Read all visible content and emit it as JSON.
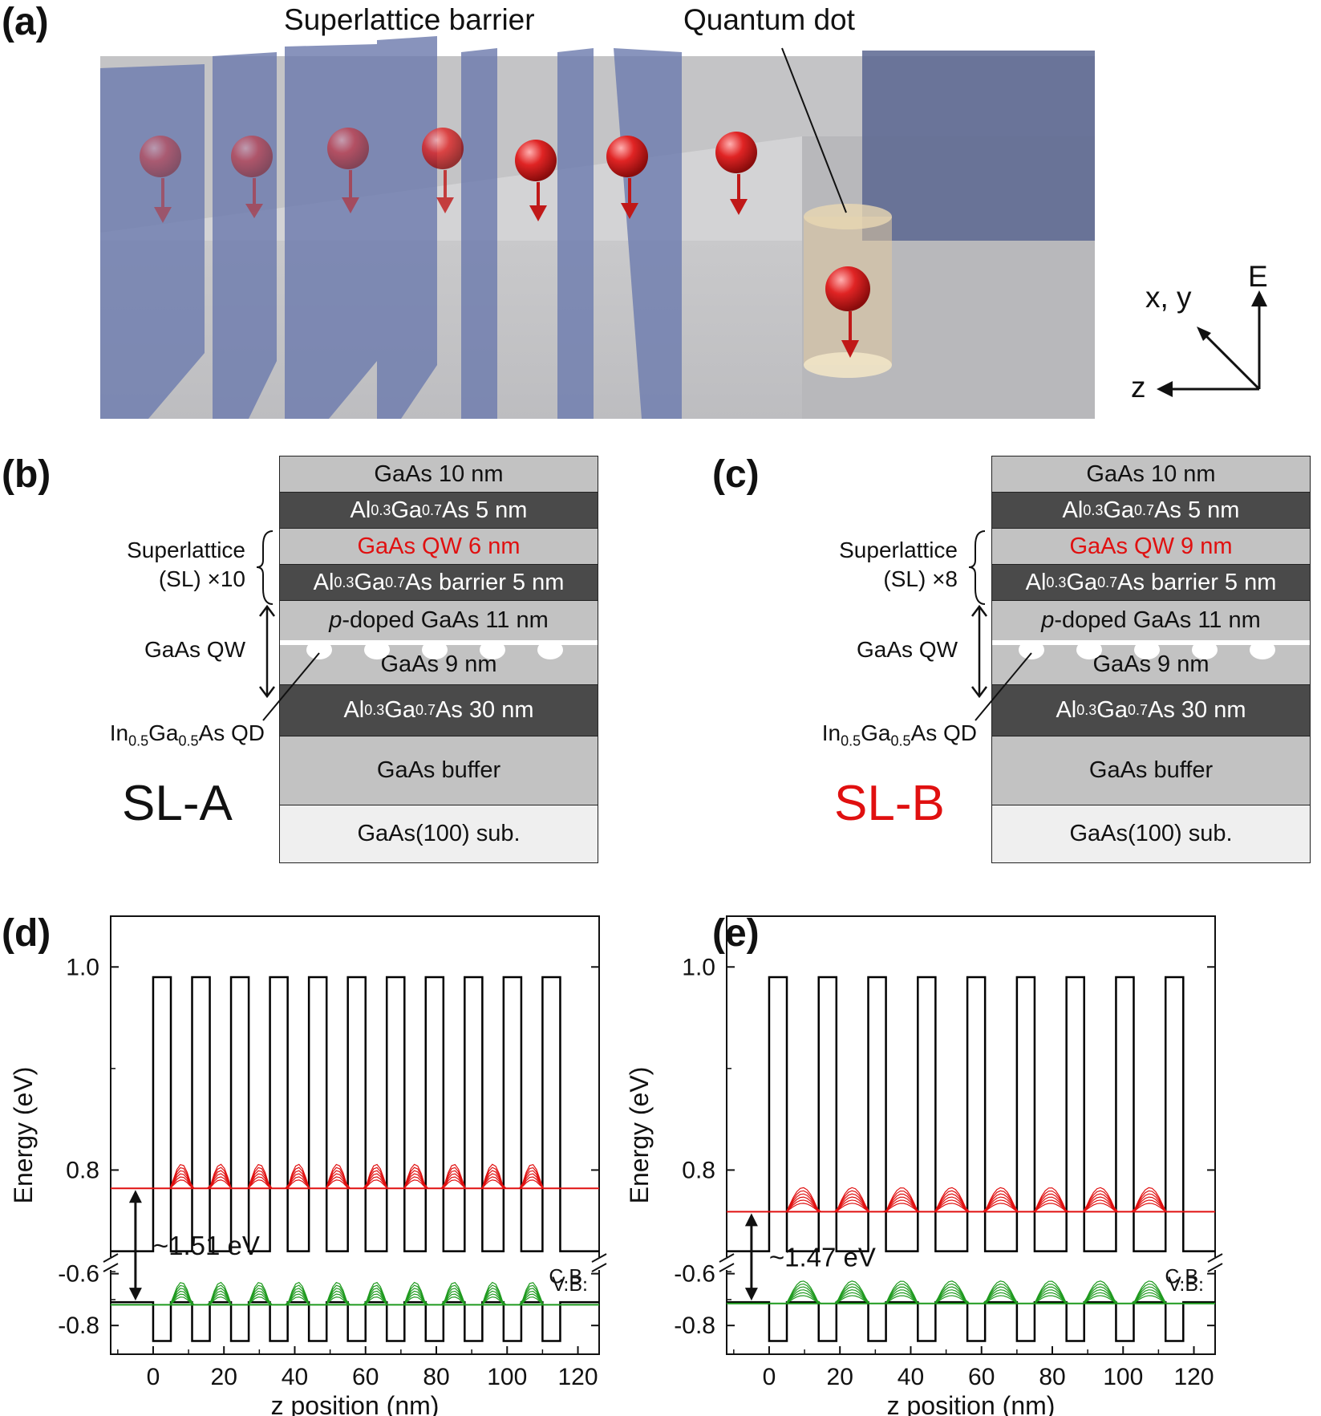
{
  "panel_a": {
    "label": "(a)",
    "callout_barrier": "Superlattice barrier",
    "callout_dot": "Quantum dot",
    "axes": {
      "xy": "x, y",
      "e": "E",
      "z": "z"
    }
  },
  "panel_b": {
    "label": "(b)",
    "name": "SL-A",
    "layers": {
      "cap": "GaAs 10 nm",
      "algaas5_pre": "Al",
      "algaas5_sub1": "0.3",
      "algaas5_mid": "Ga",
      "algaas5_sub2": "0.7",
      "algaas5_post": "As 5 nm",
      "qw": "GaAs QW 6 nm",
      "barrier_pre": "Al",
      "barrier_sub1": "0.3",
      "barrier_mid": "Ga",
      "barrier_sub2": "0.7",
      "barrier_post": "As barrier 5 nm",
      "pdoped_italic": "p",
      "pdoped_rest": "-doped GaAs 11 nm",
      "gaas9": "GaAs 9 nm",
      "algaas30_pre": "Al",
      "algaas30_sub1": "0.3",
      "algaas30_mid": "Ga",
      "algaas30_sub2": "0.7",
      "algaas30_post": "As 30 nm",
      "buffer": "GaAs buffer",
      "substrate": "GaAs(100) sub."
    },
    "side": {
      "superlattice": "Superlattice",
      "sl_repeat": "(SL) ×10",
      "qw": "GaAs QW",
      "qd_pre": "In",
      "qd_sub1": "0.5",
      "qd_mid": "Ga",
      "qd_sub2": "0.5",
      "qd_post": "As QD"
    }
  },
  "panel_c": {
    "label": "(c)",
    "name": "SL-B",
    "layers": {
      "cap": "GaAs 10 nm",
      "algaas5_pre": "Al",
      "algaas5_sub1": "0.3",
      "algaas5_mid": "Ga",
      "algaas5_sub2": "0.7",
      "algaas5_post": "As 5 nm",
      "qw": "GaAs QW 9 nm",
      "barrier_pre": "Al",
      "barrier_sub1": "0.3",
      "barrier_mid": "Ga",
      "barrier_sub2": "0.7",
      "barrier_post": "As barrier 5 nm",
      "pdoped_italic": "p",
      "pdoped_rest": "-doped GaAs 11 nm",
      "gaas9": "GaAs 9 nm",
      "algaas30_pre": "Al",
      "algaas30_sub1": "0.3",
      "algaas30_mid": "Ga",
      "algaas30_sub2": "0.7",
      "algaas30_post": "As 30 nm",
      "buffer": "GaAs buffer",
      "substrate": "GaAs(100) sub."
    },
    "side": {
      "superlattice": "Superlattice",
      "sl_repeat": "(SL) ×8",
      "qw": "GaAs QW",
      "qd_pre": "In",
      "qd_sub1": "0.5",
      "qd_mid": "Ga",
      "qd_sub2": "0.5",
      "qd_post": "As QD"
    }
  },
  "chart_data": [
    {
      "panel": "(d)",
      "type": "line",
      "xlabel": "z position (nm)",
      "ylabel": "Energy (eV)",
      "xlim": [
        -12,
        126
      ],
      "xticks": [
        0,
        20,
        40,
        60,
        80,
        100,
        120
      ],
      "yticks_upper": [
        0.8,
        1.0
      ],
      "yticks_lower": [
        -0.8,
        -0.6
      ],
      "ytick_labels": [
        "1.0",
        "0.8",
        "-0.6",
        "-0.8"
      ],
      "cb_well": 0.72,
      "cb_barrier": 0.99,
      "vb_well": -0.71,
      "vb_barrier": -0.86,
      "qw_width_nm": 6,
      "barrier_width_nm": 5,
      "periods": 10,
      "electron_level": 0.782,
      "hole_level": -0.72,
      "gap_label": "~1.51 eV",
      "cb_label": "C.B.",
      "vb_label": "V.B.",
      "colors": {
        "electron": "#e01010",
        "hole": "#1f9a1f",
        "potential": "#000000"
      }
    },
    {
      "panel": "(e)",
      "type": "line",
      "xlabel": "z position (nm)",
      "ylabel": "Energy (eV)",
      "xlim": [
        -12,
        126
      ],
      "xticks": [
        0,
        20,
        40,
        60,
        80,
        100,
        120
      ],
      "yticks_upper": [
        0.8,
        1.0
      ],
      "yticks_lower": [
        -0.8,
        -0.6
      ],
      "ytick_labels": [
        "1.0",
        "0.8",
        "-0.6",
        "-0.8"
      ],
      "cb_well": 0.72,
      "cb_barrier": 0.99,
      "vb_well": -0.71,
      "vb_barrier": -0.86,
      "qw_width_nm": 9,
      "barrier_width_nm": 5,
      "periods": 8,
      "electron_level": 0.759,
      "hole_level": -0.715,
      "gap_label": "~1.47 eV",
      "cb_label": "C.B.",
      "vb_label": "V.B.",
      "colors": {
        "electron": "#e01010",
        "hole": "#1f9a1f",
        "potential": "#000000"
      }
    }
  ]
}
